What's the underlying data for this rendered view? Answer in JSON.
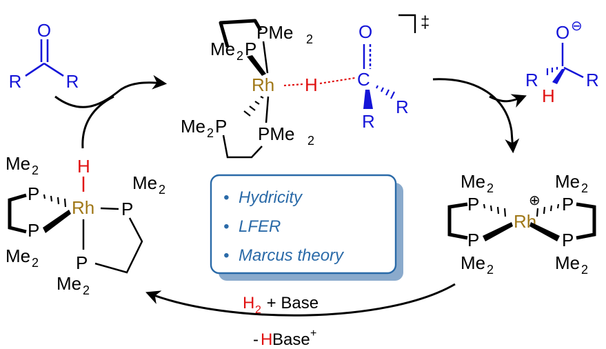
{
  "colors": {
    "substrate_blue": "#1414d8",
    "rhodium_gold": "#a07818",
    "hydrogen_red": "#e01010",
    "box_blue": "#2a6aa8",
    "box_fill": "#ffffff",
    "box_shadow": "#8aaacc"
  },
  "ketone": {
    "O": "O",
    "R1": "R",
    "R2": "R"
  },
  "transition_state": {
    "P_top_left": "P",
    "Me_top_left": "Me",
    "P_top_right": "PMe",
    "Rh": "Rh",
    "H": "H",
    "P_bot_left": "P",
    "Me_bot_left": "Me",
    "P_bot_right": "PMe",
    "C": "C",
    "O": "O",
    "R_right": "R",
    "R_down": "R",
    "dagger": "‡",
    "sub2": "2"
  },
  "alkoxide": {
    "O": "O",
    "charge": "⊖",
    "R_left": "R",
    "R_right": "R",
    "H": "H"
  },
  "cation": {
    "Me": "Me",
    "sub2": "2",
    "P": "P",
    "Rh": "Rh",
    "charge": "⊕"
  },
  "hydride": {
    "H": "H",
    "Me": "Me",
    "sub2": "2",
    "P": "P",
    "Rh": "Rh"
  },
  "info_box": {
    "items": [
      "Hydricity",
      "LFER",
      "Marcus theory"
    ],
    "bullet": "•"
  },
  "reagents": {
    "H": "H",
    "sub2": "2",
    "plus_base": " + Base"
  },
  "byproduct": {
    "minus": "-",
    "H": "H",
    "base": "Base",
    "plus": "+"
  }
}
